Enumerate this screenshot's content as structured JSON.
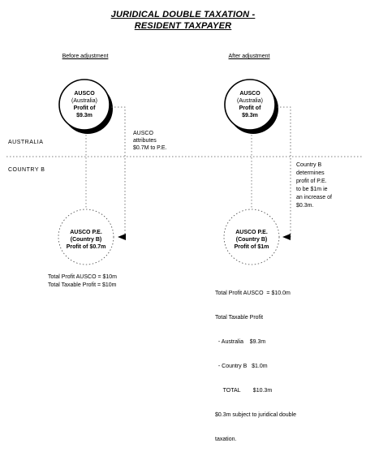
{
  "title": {
    "line1": "JURIDICAL DOUBLE TAXATION -",
    "line2": "RESIDENT TAXPAYER"
  },
  "left": {
    "heading": "Before adjustment",
    "top_circle": [
      "AUSCO",
      "(Australia)",
      "Profit of",
      "$9.3m"
    ],
    "attribution": [
      "AUSCO",
      "attributes",
      "$0.7M to P.E."
    ],
    "pe_circle": [
      "AUSCO P.E.",
      "(Country B)",
      "Profit of $0.7m"
    ],
    "totals": [
      "Total Profit AUSCO = $10m",
      "Total Taxable Profit = $10m"
    ]
  },
  "right": {
    "heading": "After adjustment",
    "top_circle": [
      "AUSCO",
      "(Australia)",
      "Profit of",
      "$9.3m"
    ],
    "determination": [
      "Country B",
      "determines",
      "profit of P.E.",
      "to be $1m ie",
      "an increase of",
      "$0.3m."
    ],
    "pe_circle": [
      "AUSCO P.E.",
      "(Country B)",
      "Profit of $1m"
    ],
    "totals": [
      "Total Profit AUSCO  = $10.0m",
      "Total Taxable Profit",
      "  - Australia    $9.3m",
      "  - Country B   $1.0m",
      "     TOTAL        $10.3m",
      "$0.3m subject to juridical double",
      "taxation."
    ]
  },
  "regions": {
    "top": "AUSTRALIA",
    "bottom": "COUNTRY B"
  }
}
